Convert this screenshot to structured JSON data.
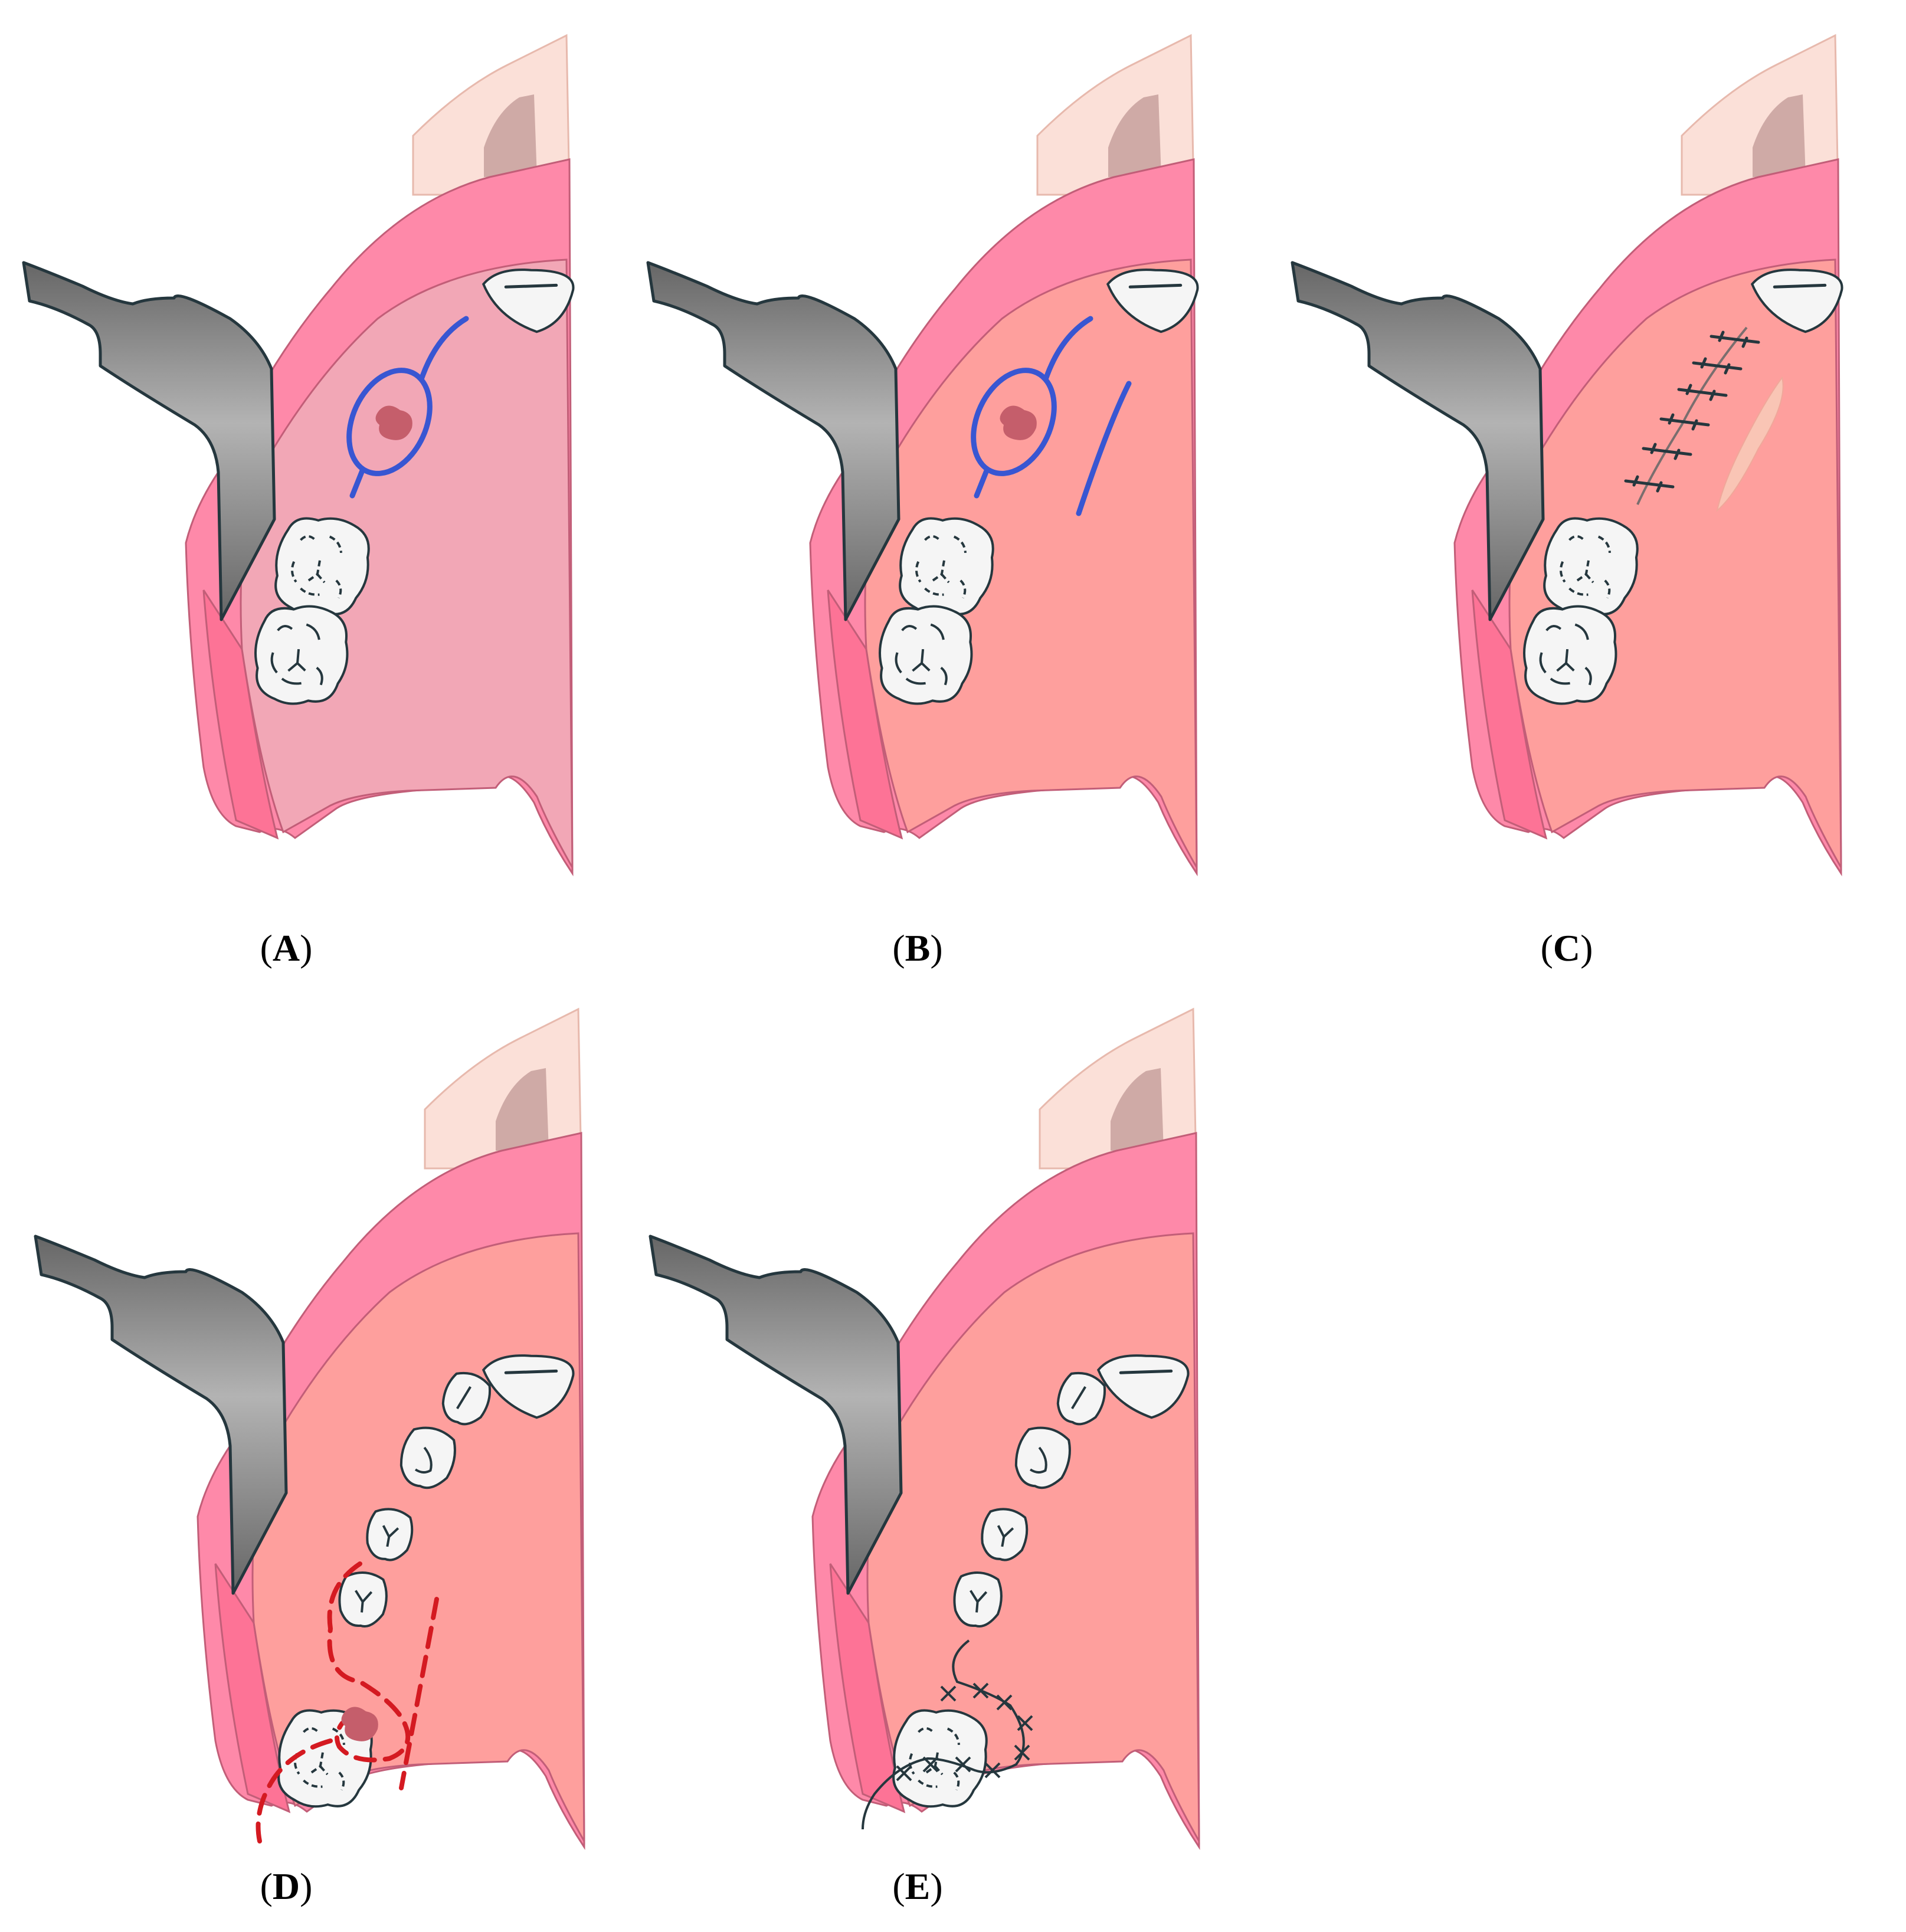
{
  "panels": [
    {
      "id": "A",
      "label": "A",
      "variant": "single-incision"
    },
    {
      "id": "B",
      "label": "B",
      "variant": "double-incision"
    },
    {
      "id": "C",
      "label": "C",
      "variant": "sutured"
    },
    {
      "id": "D",
      "label": "D",
      "variant": "dashed-flap"
    },
    {
      "id": "E",
      "label": "E",
      "variant": "sutured-flap"
    }
  ],
  "colors": {
    "lip": "#fbe0d8",
    "lip_shadow": "#cfaaa6",
    "gingiva": "#fe89a9",
    "palate_a": "#f2a7b6",
    "palate": "#fe9f9d",
    "gingiva_dark": "#fd7396",
    "retractor_light": "#b3b3b3",
    "retractor_dark": "#666666",
    "outline": "#25373e",
    "incision_blue": "#3856d2",
    "incision_red": "#d41a21",
    "lesion": "#c55e6b",
    "graft_site": "#f9c5b5",
    "tooth": "#f5f5f5"
  }
}
